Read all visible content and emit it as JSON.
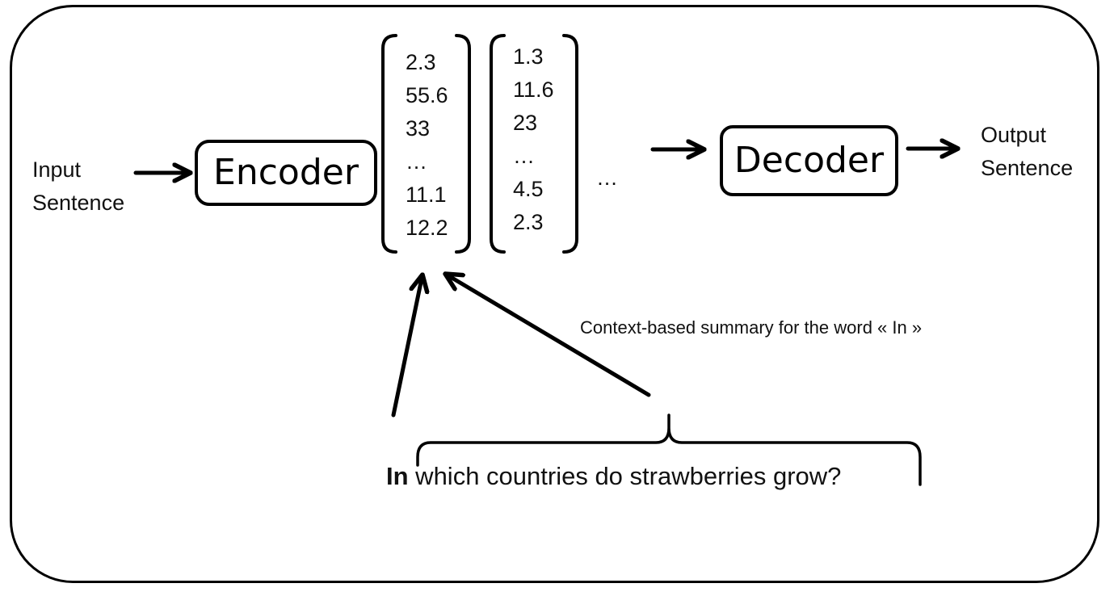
{
  "input_label": [
    "Input",
    "Sentence"
  ],
  "encoder_label": "Encoder",
  "vector_1": [
    "2.3",
    "55.6",
    "33",
    "…",
    "11.1",
    "12.2"
  ],
  "vector_2": [
    "1.3",
    "11.6",
    "23",
    "…",
    "4.5",
    "2.3"
  ],
  "more_ellipsis": "…",
  "decoder_label": "Decoder",
  "output_label": [
    "Output",
    "Sentence"
  ],
  "annotation": "Context-based summary for the word « In »",
  "sentence": {
    "highlight_word": "In",
    "rest": " which countries do strawberries grow?"
  }
}
